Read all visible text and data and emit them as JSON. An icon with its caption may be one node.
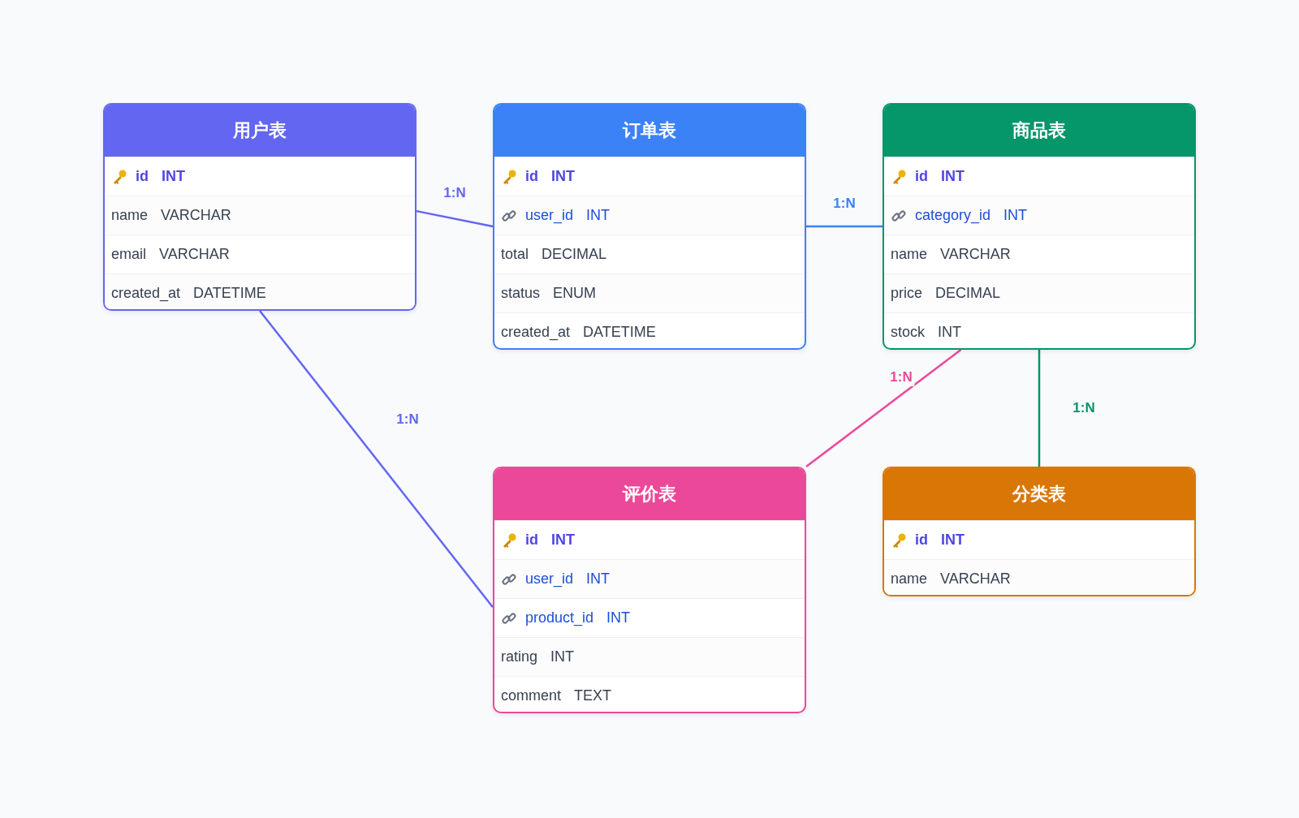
{
  "diagram": {
    "nodes": [
      {
        "text": [
          "用户表"
        ]
      },
      {
        "text": [
          "id",
          "INT"
        ],
        "in": 0
      },
      {
        "text": [
          "name",
          "VARCHAR"
        ],
        "in": 0
      },
      {
        "text": [
          "email",
          "VARCHAR"
        ],
        "in": 0
      },
      {
        "text": [
          "created_at",
          "DATETIME"
        ],
        "in": 0
      },
      {
        "text": [
          "订单表"
        ]
      },
      {
        "text": [
          "id",
          "INT"
        ],
        "in": 5
      },
      {
        "text": [
          "user_id",
          "INT"
        ],
        "in": 5
      },
      {
        "text": [
          "total",
          "DECIMAL"
        ],
        "in": 5
      },
      {
        "text": [
          "status",
          "ENUM"
        ],
        "in": 5
      },
      {
        "text": [
          "created_at",
          "DATETIME"
        ],
        "in": 5
      },
      {
        "text": [
          "商品表"
        ]
      },
      {
        "text": [
          "id",
          "INT"
        ],
        "in": 11
      },
      {
        "text": [
          "category_id",
          "INT"
        ],
        "in": 11
      },
      {
        "text": [
          "name",
          "VARCHAR"
        ],
        "in": 11
      },
      {
        "text": [
          "price",
          "DECIMAL"
        ],
        "in": 11
      },
      {
        "text": [
          "stock",
          "INT"
        ],
        "in": 11
      },
      {
        "text": [
          "评价表"
        ]
      },
      {
        "text": [
          "id",
          "INT"
        ],
        "in": 17
      },
      {
        "text": [
          "user_id",
          "INT"
        ],
        "in": 17
      },
      {
        "text": [
          "product_id",
          "INT"
        ],
        "in": 17
      },
      {
        "text": [
          "rating",
          "INT"
        ],
        "in": 17
      },
      {
        "text": [
          "comment",
          "TEXT"
        ],
        "in": 17
      },
      {
        "text": [
          "分类表"
        ]
      },
      {
        "text": [
          "id",
          "INT"
        ],
        "in": 23
      },
      {
        "text": [
          "name",
          "VARCHAR"
        ],
        "in": 23
      }
    ],
    "edges": [
      {
        "from": 0,
        "to": 5,
        "arrow": "none",
        "label": "1:N",
        "color": "#6366f1"
      },
      {
        "from": 5,
        "to": 11,
        "arrow": "none",
        "label": "1:N",
        "color": "#3b82f6"
      },
      {
        "from": 0,
        "to": 17,
        "arrow": "none",
        "label": "1:N",
        "color": "#6366f1"
      },
      {
        "from": 11,
        "to": 17,
        "arrow": "none",
        "label": "1:N",
        "color": "#ec4899"
      },
      {
        "from": 11,
        "to": 23,
        "arrow": "none",
        "label": "1:N",
        "color": "#059669"
      }
    ]
  }
}
